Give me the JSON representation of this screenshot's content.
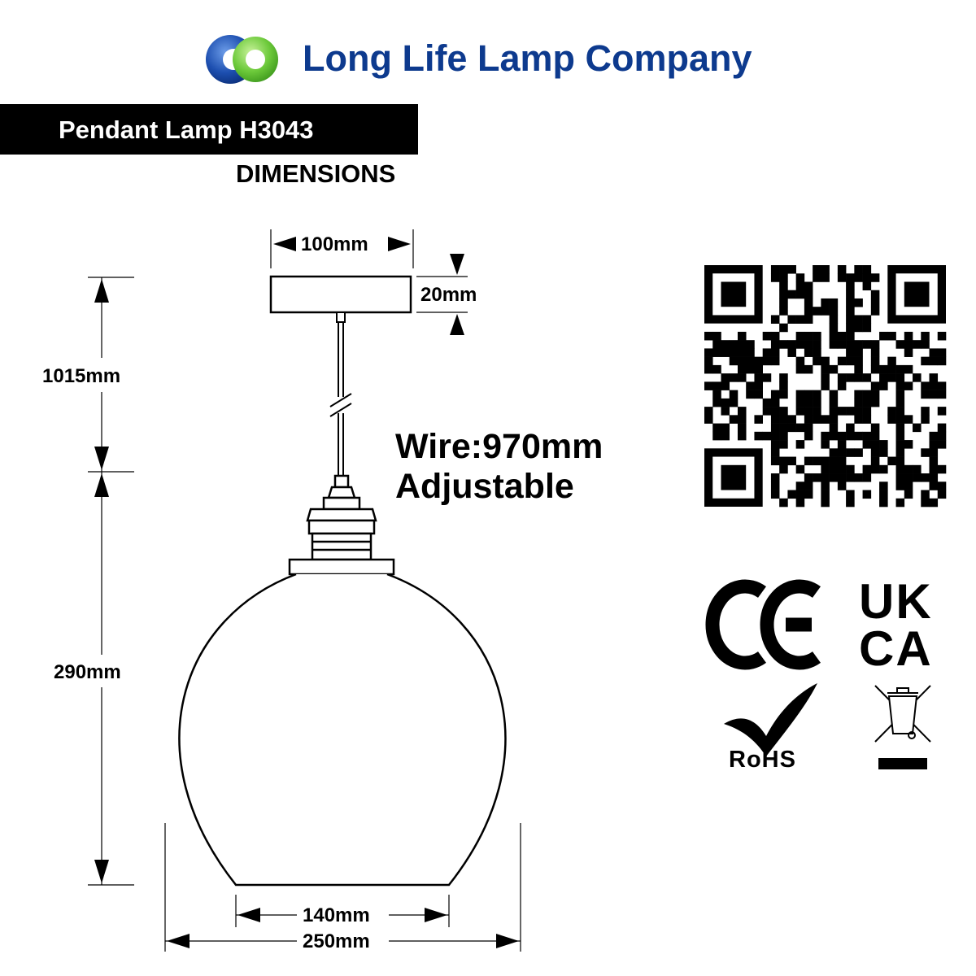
{
  "header": {
    "company_name": "Long Life Lamp Company",
    "logo_icon": "interlocking-rings-logo",
    "logo_colors": [
      "#0d3a8e",
      "#7ad33a"
    ]
  },
  "product": {
    "title": "Pendant Lamp H3043",
    "section": "DIMENSIONS"
  },
  "dimensions": {
    "canopy_width": "100mm",
    "canopy_height": "20mm",
    "total_drop": "1015mm",
    "shade_height": "290mm",
    "opening_width": "140mm",
    "shade_width": "250mm",
    "wire_length": "Wire:970mm",
    "wire_note": "Adjustable"
  },
  "certifications": {
    "qr_icon": "qr-code-icon",
    "ce_mark": "CE",
    "ukca_top": "UK",
    "ukca_bottom": "CA",
    "rohs_label": "RoHS",
    "weee_icon": "crossed-out-wheelie-bin-icon"
  }
}
